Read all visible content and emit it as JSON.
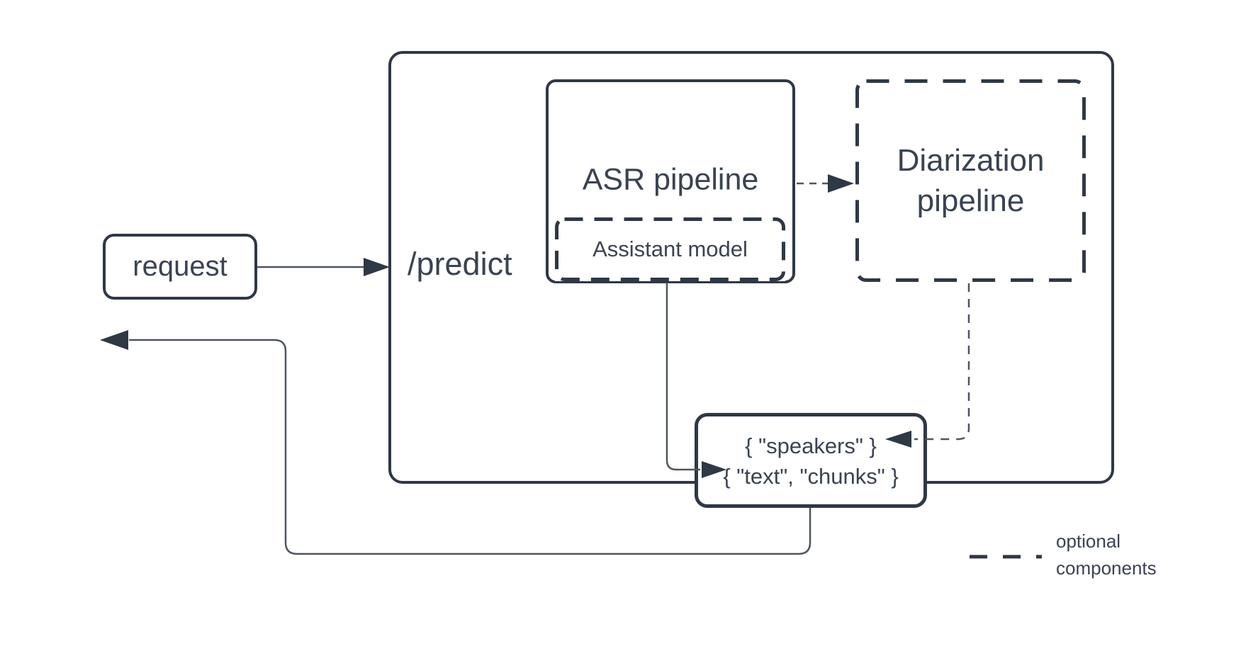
{
  "colors": {
    "stroke": "#2f3845",
    "text": "#3a4351",
    "line": "#4d5563",
    "canvas_bg": "#ffffff"
  },
  "nodes": {
    "request": {
      "label": "request"
    },
    "predict": {
      "label": "/predict"
    },
    "asr": {
      "label": "ASR pipeline"
    },
    "assistant": {
      "label": "Assistant model"
    },
    "diarization": {
      "label_line1": "Diarization",
      "label_line2": "pipeline"
    },
    "output": {
      "line1": "{ \"speakers\" }",
      "line2": "{ \"text\", \"chunks\" }"
    }
  },
  "legend": {
    "line1": "optional",
    "line2": "components"
  }
}
